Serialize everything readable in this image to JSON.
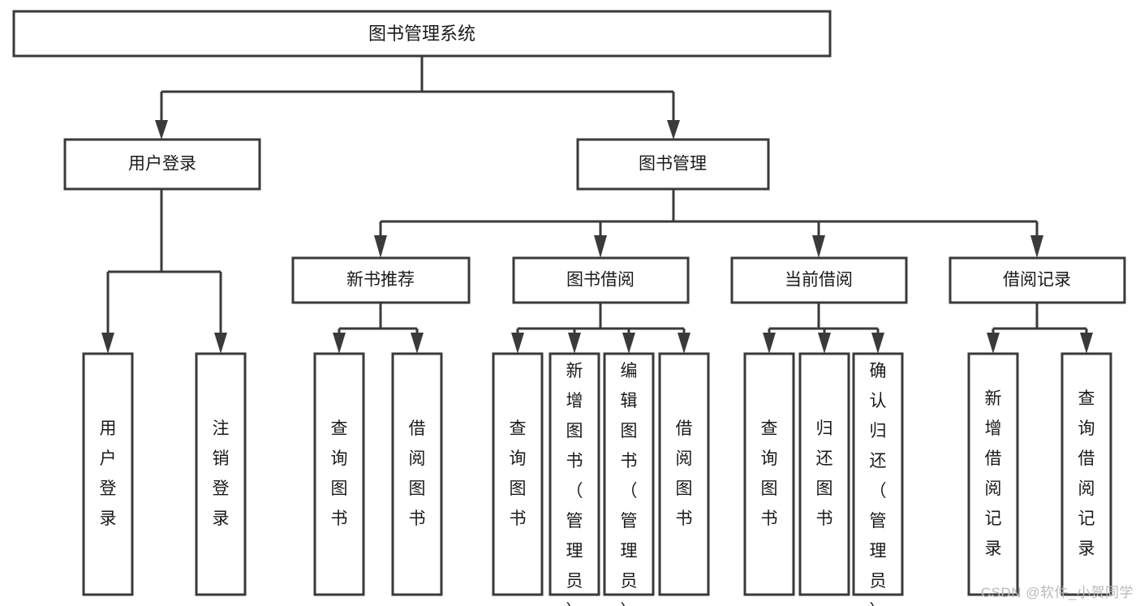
{
  "diagram": {
    "type": "tree-flowchart",
    "title": "图书管理系统",
    "watermark": "CSDN @软件_小贺同学",
    "colors": {
      "stroke": "#3a3a3a",
      "box_fill": "#ffffff",
      "text": "#1a1a1a",
      "background": "#ffffff",
      "watermark": "#b9b9b9"
    },
    "root": {
      "label": "图书管理系统"
    },
    "level2": [
      {
        "label": "用户登录"
      },
      {
        "label": "图书管理"
      }
    ],
    "level3": [
      {
        "label": "新书推荐"
      },
      {
        "label": "图书借阅"
      },
      {
        "label": "当前借阅"
      },
      {
        "label": "借阅记录"
      }
    ],
    "leaves": {
      "user_login": [
        {
          "label": "用户登录"
        },
        {
          "label": "注销登录"
        }
      ],
      "new_book_recommend": [
        {
          "label": "查询图书"
        },
        {
          "label": "借阅图书"
        }
      ],
      "book_borrow": [
        {
          "label": "查询图书"
        },
        {
          "label": "新增图书（管理员）"
        },
        {
          "label": "编辑图书（管理员）"
        },
        {
          "label": "借阅图书"
        }
      ],
      "current_borrow": [
        {
          "label": "查询图书"
        },
        {
          "label": "归还图书"
        },
        {
          "label": "确认归还（管理员）"
        }
      ],
      "borrow_record": [
        {
          "label": "新增借阅记录"
        },
        {
          "label": "查询借阅记录"
        }
      ]
    }
  }
}
